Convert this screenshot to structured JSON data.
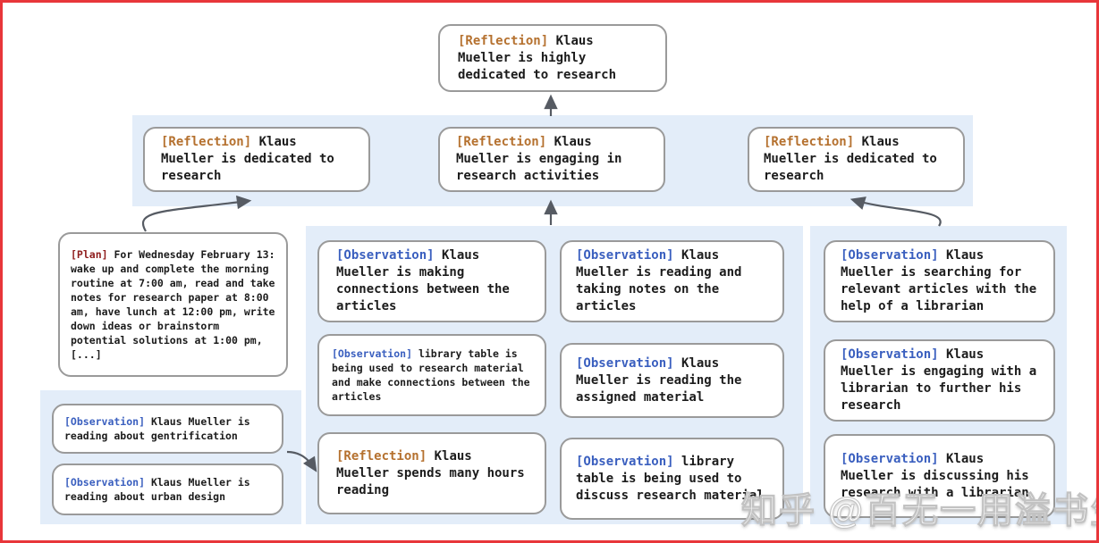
{
  "diagram": {
    "top_reflection": {
      "tag": "[Reflection]",
      "text": "Klaus Mueller is highly dedicated to research"
    },
    "row2_reflections": [
      {
        "tag": "[Reflection]",
        "text": "Klaus Mueller is dedicated to research"
      },
      {
        "tag": "[Reflection]",
        "text": "Klaus Mueller is engaging in research activities"
      },
      {
        "tag": "[Reflection]",
        "text": "Klaus Mueller is dedicated to research"
      }
    ],
    "plan": {
      "tag": "[Plan]",
      "text": "For Wednesday February 13: wake up and complete the morning routine at 7:00 am, read and take notes for research paper at 8:00 am, have lunch at 12:00 pm, write down ideas or brainstorm potential solutions at 1:00 pm, [...]"
    },
    "left_panel": [
      {
        "tag": "[Observation]",
        "text": "Klaus Mueller is reading about gentrification"
      },
      {
        "tag": "[Observation]",
        "text": "Klaus Mueller is reading about urban design"
      }
    ],
    "middle_panel_col1": [
      {
        "tag": "[Observation]",
        "text": "Klaus Mueller is making connections between the articles"
      },
      {
        "tag": "[Observation]",
        "text": "library table is being used to research material and make connections between the articles"
      },
      {
        "tag": "[Reflection]",
        "text": "Klaus Mueller spends many hours reading"
      }
    ],
    "middle_panel_col2": [
      {
        "tag": "[Observation]",
        "text": "Klaus Mueller is reading and taking notes on the articles"
      },
      {
        "tag": "[Observation]",
        "text": "Klaus Mueller is reading the assigned material"
      },
      {
        "tag": "[Observation]",
        "text": "library table is being used to discuss research material"
      }
    ],
    "right_panel": [
      {
        "tag": "[Observation]",
        "text": "Klaus Mueller is searching for relevant articles with the help of a librarian"
      },
      {
        "tag": "[Observation]",
        "text": "Klaus Mueller is engaging with a librarian to further his research"
      },
      {
        "tag": "[Observation]",
        "text": "Klaus Mueller is discussing his research with a librarian"
      }
    ]
  },
  "watermark": "知乎 @百无一用溢书生",
  "colors": {
    "reflection_tag": "#b5712f",
    "observation_tag": "#3a5fbf",
    "plan_tag": "#8f1d1d",
    "panel_blue": "#e3edf9",
    "frame_red": "#e8363a",
    "node_border_gray": "#9a9a9a",
    "arrow_gray": "#565b63"
  }
}
